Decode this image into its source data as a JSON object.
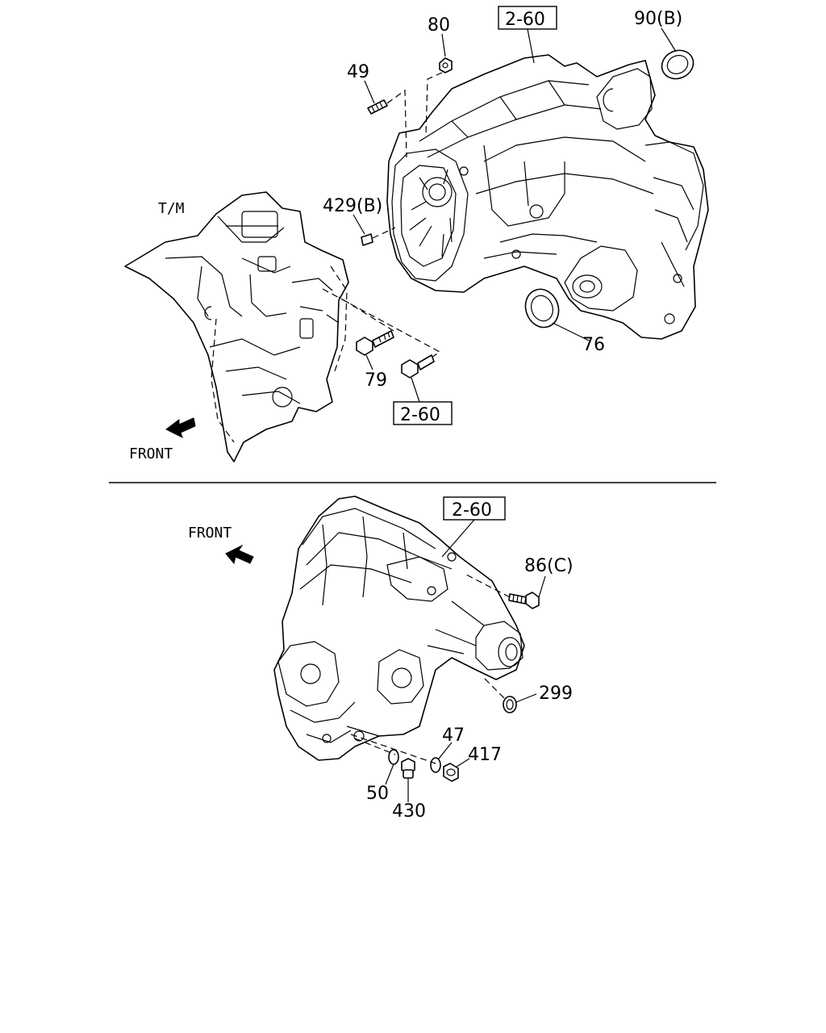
{
  "top_view": {
    "transmission_label": "T/M",
    "front_label": "FRONT",
    "callouts": {
      "c49": "49",
      "c80": "80",
      "ref_top": "2-60",
      "c90b": "90(B)",
      "c429b": "429(B)",
      "c76": "76",
      "c79": "79",
      "ref_bottom": "2-60"
    }
  },
  "bottom_view": {
    "front_label": "FRONT",
    "callouts": {
      "ref": "2-60",
      "c86c": "86(C)",
      "c299": "299",
      "c47": "47",
      "c417": "417",
      "c50": "50",
      "c430": "430"
    }
  }
}
